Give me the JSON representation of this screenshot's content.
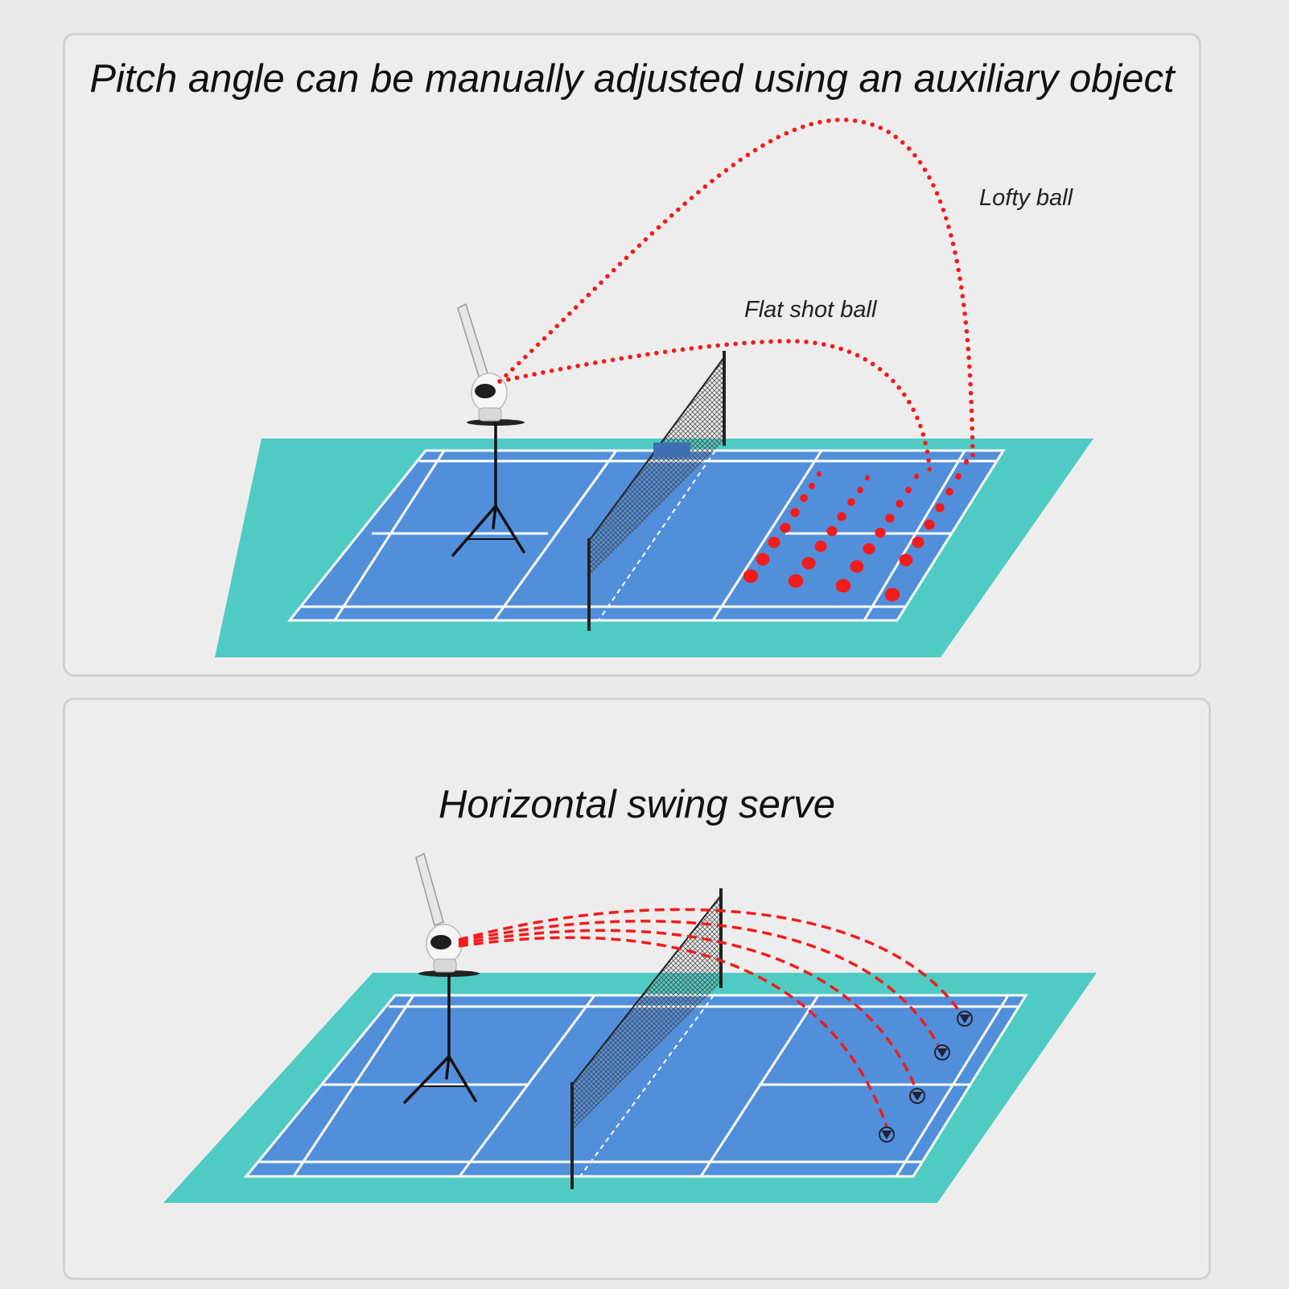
{
  "panels": {
    "top": {
      "title": "Pitch angle can be manually adjusted using an auxiliary object",
      "trajectories": {
        "lofty": "Lofty ball",
        "flat": "Flat shot ball"
      }
    },
    "bottom": {
      "title": "Horizontal swing serve"
    }
  },
  "colors": {
    "background": "#ebeaea",
    "panel": "#eeeded",
    "court_surround": "#4fcbc4",
    "court": "#528fdb",
    "court_lines": "#ffffff",
    "trajectory": "#f21c1c",
    "net": "#333333"
  },
  "icons": [
    "shuttle-launcher-icon",
    "tripod-icon",
    "net-icon",
    "shuttlecock-icon"
  ]
}
